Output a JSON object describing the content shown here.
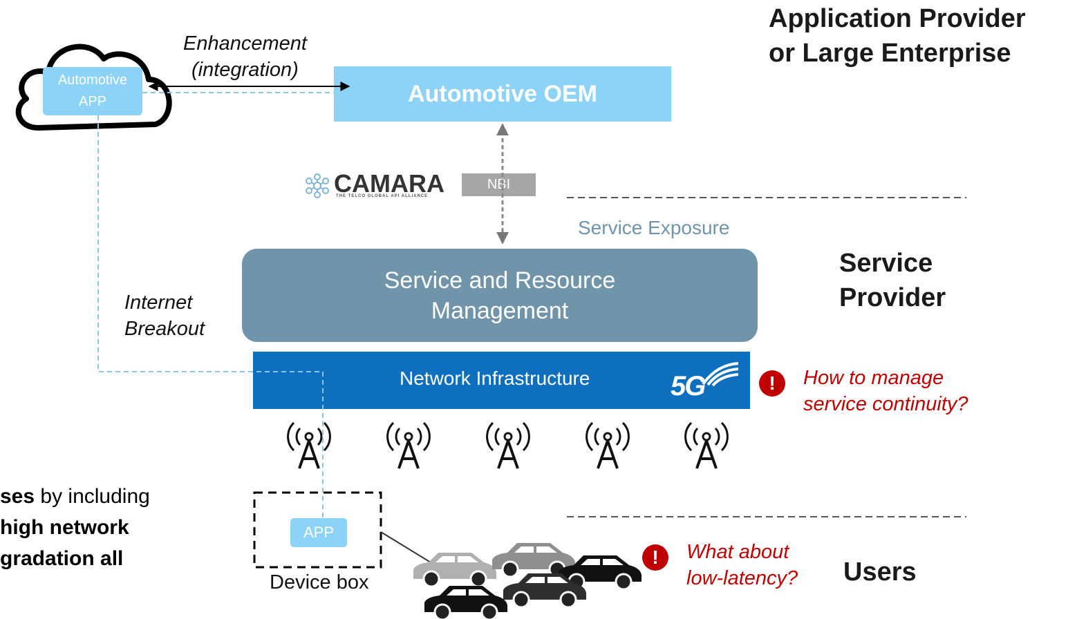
{
  "cloud": {
    "app_line1": "Automotive",
    "app_line2": "APP"
  },
  "enhancement": {
    "line1": "Enhancement",
    "line2": "(integration)"
  },
  "oem": {
    "label": "Automotive OEM"
  },
  "camara": {
    "name": "CAMARA",
    "tagline": "THE TELCO GLOBAL API ALLIANCE"
  },
  "nbi": {
    "label": "NBI"
  },
  "service_exposure": {
    "label": "Service Exposure"
  },
  "srm": {
    "line1": "Service and Resource",
    "line2": "Management"
  },
  "internet_breakout": {
    "line1": "Internet",
    "line2": "Breakout"
  },
  "network": {
    "label": "Network Infrastructure",
    "badge": "5G"
  },
  "tiers": {
    "app_provider_line1": "Application Provider",
    "app_provider_line2": "or Large Enterprise",
    "service_provider_line1": "Service",
    "service_provider_line2": "Provider",
    "users": "Users"
  },
  "questions": {
    "continuity_line1": "How to manage",
    "continuity_line2": "service continuity?",
    "latency_line1": "What about",
    "latency_line2": "low-latency?",
    "alert_symbol": "!"
  },
  "device": {
    "app_label": "APP",
    "box_label": "Device box"
  },
  "side_text": {
    "line1_bold": "ses",
    "line1_rest": " by including",
    "line2": "high network",
    "line3": "gradation all"
  },
  "colors": {
    "light_blue": "#8dd3f7",
    "slate_blue": "#7094aa",
    "network_blue": "#0f6fbf",
    "gray": "#a6a6a6",
    "alert_red": "#c00000"
  }
}
